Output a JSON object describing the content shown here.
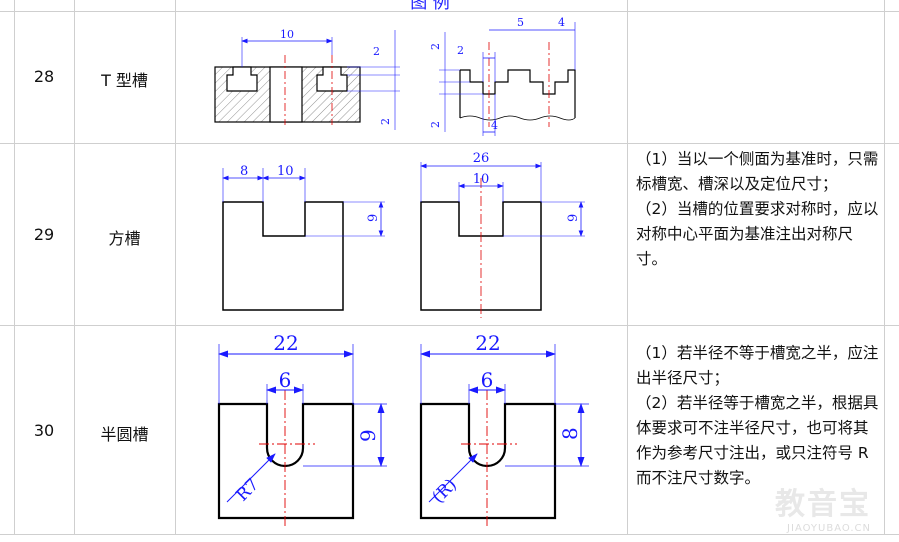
{
  "header_partial": "图 例",
  "rows": [
    {
      "no": "28",
      "name": "T 型槽",
      "fig1_dims": {
        "top": "10",
        "right_a": "2",
        "right_b": "2"
      },
      "fig2_dims": {
        "top_a": "5",
        "top_b": "4",
        "left_a": "2",
        "left_b": "2",
        "mid": "2",
        "bottom": "4"
      },
      "desc": []
    },
    {
      "no": "29",
      "name": "方槽",
      "fig1_dims": {
        "top_a": "8",
        "top_b": "10",
        "right": "9"
      },
      "fig2_dims": {
        "top_outer": "26",
        "top_inner": "10",
        "right": "9"
      },
      "desc": [
        "（1）当以一个侧面为基准时，只需标槽宽、槽深以及定位尺寸；",
        "（2）当槽的位置要求对称时，应以对称中心平面为基准注出对称尺寸。"
      ]
    },
    {
      "no": "30",
      "name": "半圆槽",
      "fig1_dims": {
        "top_outer": "22",
        "top_inner": "6",
        "right": "9",
        "radius": "R7"
      },
      "fig2_dims": {
        "top_outer": "22",
        "top_inner": "6",
        "right": "8",
        "radius": "(R)"
      },
      "desc": [
        "（1）若半径不等于槽宽之半，应注出半径尺寸；",
        "（2）若半径等于槽宽之半，根据具体要求可不注半径尺寸，也可将其作为参考尺寸注出，或只注符号 R 而不注尺寸数字。"
      ]
    }
  ],
  "watermark": {
    "main": "教音宝",
    "sub": "JIAOYUBAO.CN"
  },
  "colors": {
    "dim": "#1a1aff",
    "center": "#e00000",
    "outline": "#000000",
    "grid": "#cfcfcf"
  }
}
